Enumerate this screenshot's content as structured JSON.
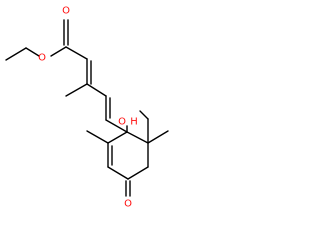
{
  "molecule": {
    "atom_colors": {
      "O": "#ff0d0d",
      "H": "#ff0d0d"
    },
    "labels": {
      "ester_carbonyl_o": "O",
      "ester_ether_o": "O",
      "hydroxyl_o": "O",
      "hydroxyl_h": "H",
      "ketone_o": "O"
    }
  }
}
